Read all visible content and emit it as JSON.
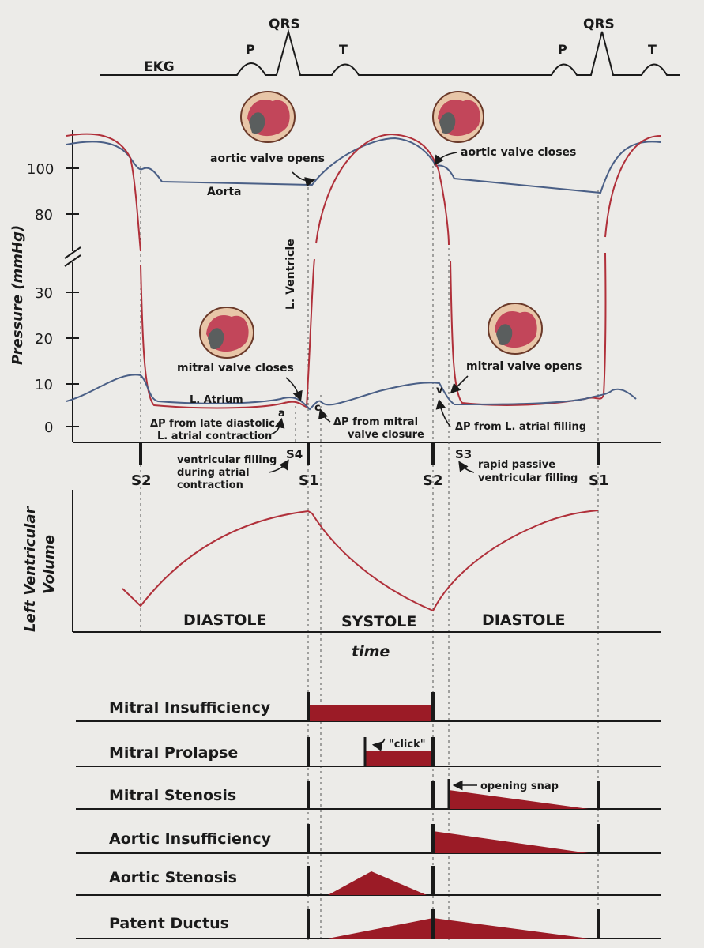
{
  "ekg": {
    "label": "EKG",
    "p": "P",
    "qrs": "QRS",
    "t": "T"
  },
  "pressure_axis": {
    "label": "Pressure (mmHg)",
    "ticks_upper": [
      "100",
      "80"
    ],
    "ticks_lower": [
      "30",
      "20",
      "10",
      "0"
    ]
  },
  "annotations": {
    "aortic_opens": "aortic valve opens",
    "aortic_closes": "aortic valve closes",
    "aorta": "Aorta",
    "l_ventricle": "L. Ventricle",
    "mitral_closes": "mitral valve closes",
    "mitral_opens": "mitral valve opens",
    "l_atrium": "L. Atrium",
    "a_wave": "a",
    "c_wave": "c",
    "v_wave": "v",
    "dp_late_1": "ΔP from late diastolic",
    "dp_late_2": "L. atrial contraction",
    "dp_mitral_1": "ΔP from mitral",
    "dp_mitral_2": "valve closure",
    "dp_filling": "ΔP from L. atrial filling",
    "vent_fill_1": "ventricular filling",
    "vent_fill_2": "during atrial",
    "vent_fill_3": "contraction",
    "rapid_1": "rapid passive",
    "rapid_2": "ventricular filling"
  },
  "heart_sounds": {
    "s2a": "S2",
    "s1a": "S1",
    "s2b": "S2",
    "s1b": "S1",
    "s4": "S4",
    "s3": "S3"
  },
  "volume": {
    "label_1": "Left Ventricular",
    "label_2": "Volume",
    "diastole_1": "DIASTOLE",
    "systole": "SYSTOLE",
    "diastole_2": "DIASTOLE",
    "time": "time"
  },
  "murmurs": [
    {
      "label": "Mitral Insufficiency"
    },
    {
      "label": "Mitral Prolapse",
      "note": "\"click\""
    },
    {
      "label": "Mitral Stenosis",
      "note": "opening snap"
    },
    {
      "label": "Aortic Insufficiency"
    },
    {
      "label": "Aortic Stenosis"
    },
    {
      "label": "Patent Ductus"
    }
  ],
  "colors": {
    "ventricle": "#b0303a",
    "aorta_atrium": "#4a5f86",
    "murmur_fill": "#9b1b26",
    "background": "#ecebe8"
  }
}
